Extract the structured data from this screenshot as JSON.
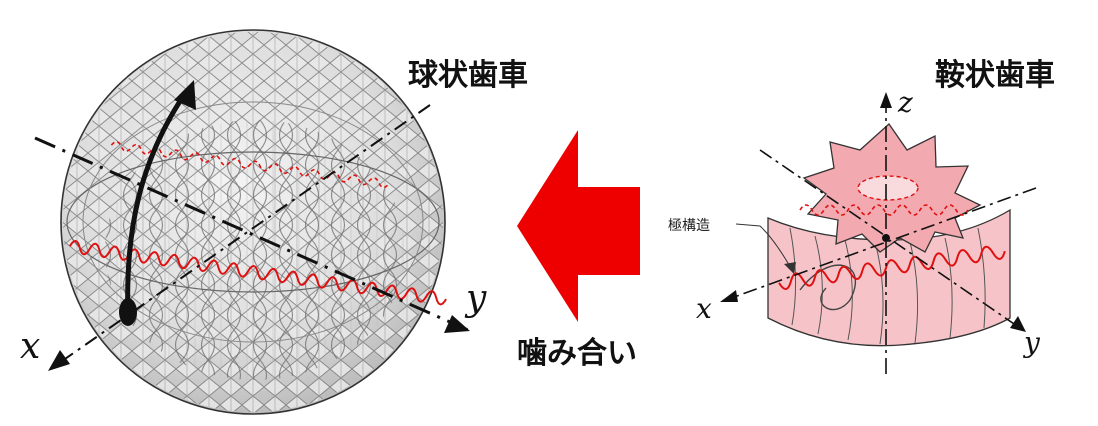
{
  "labels": {
    "spherical_gear": "球状歯車",
    "saddle_gear": "鞍状歯車",
    "meshing": "噛み合い",
    "pole_structure": "極構造"
  },
  "axes": {
    "sphere_x": "x",
    "sphere_y": "y",
    "saddle_x": "x",
    "saddle_y": "y",
    "saddle_z": "z"
  },
  "colors": {
    "arrow_red": "#ee0000",
    "pitch_line_red": "#e01010",
    "saddle_pink": "#f6c4c8",
    "gear_grey": "#d9d9d9",
    "outline": "#222222"
  },
  "icons": {
    "meshing_arrow": "arrow-left-icon",
    "rotation_arrow": "curved-arrow-icon"
  }
}
